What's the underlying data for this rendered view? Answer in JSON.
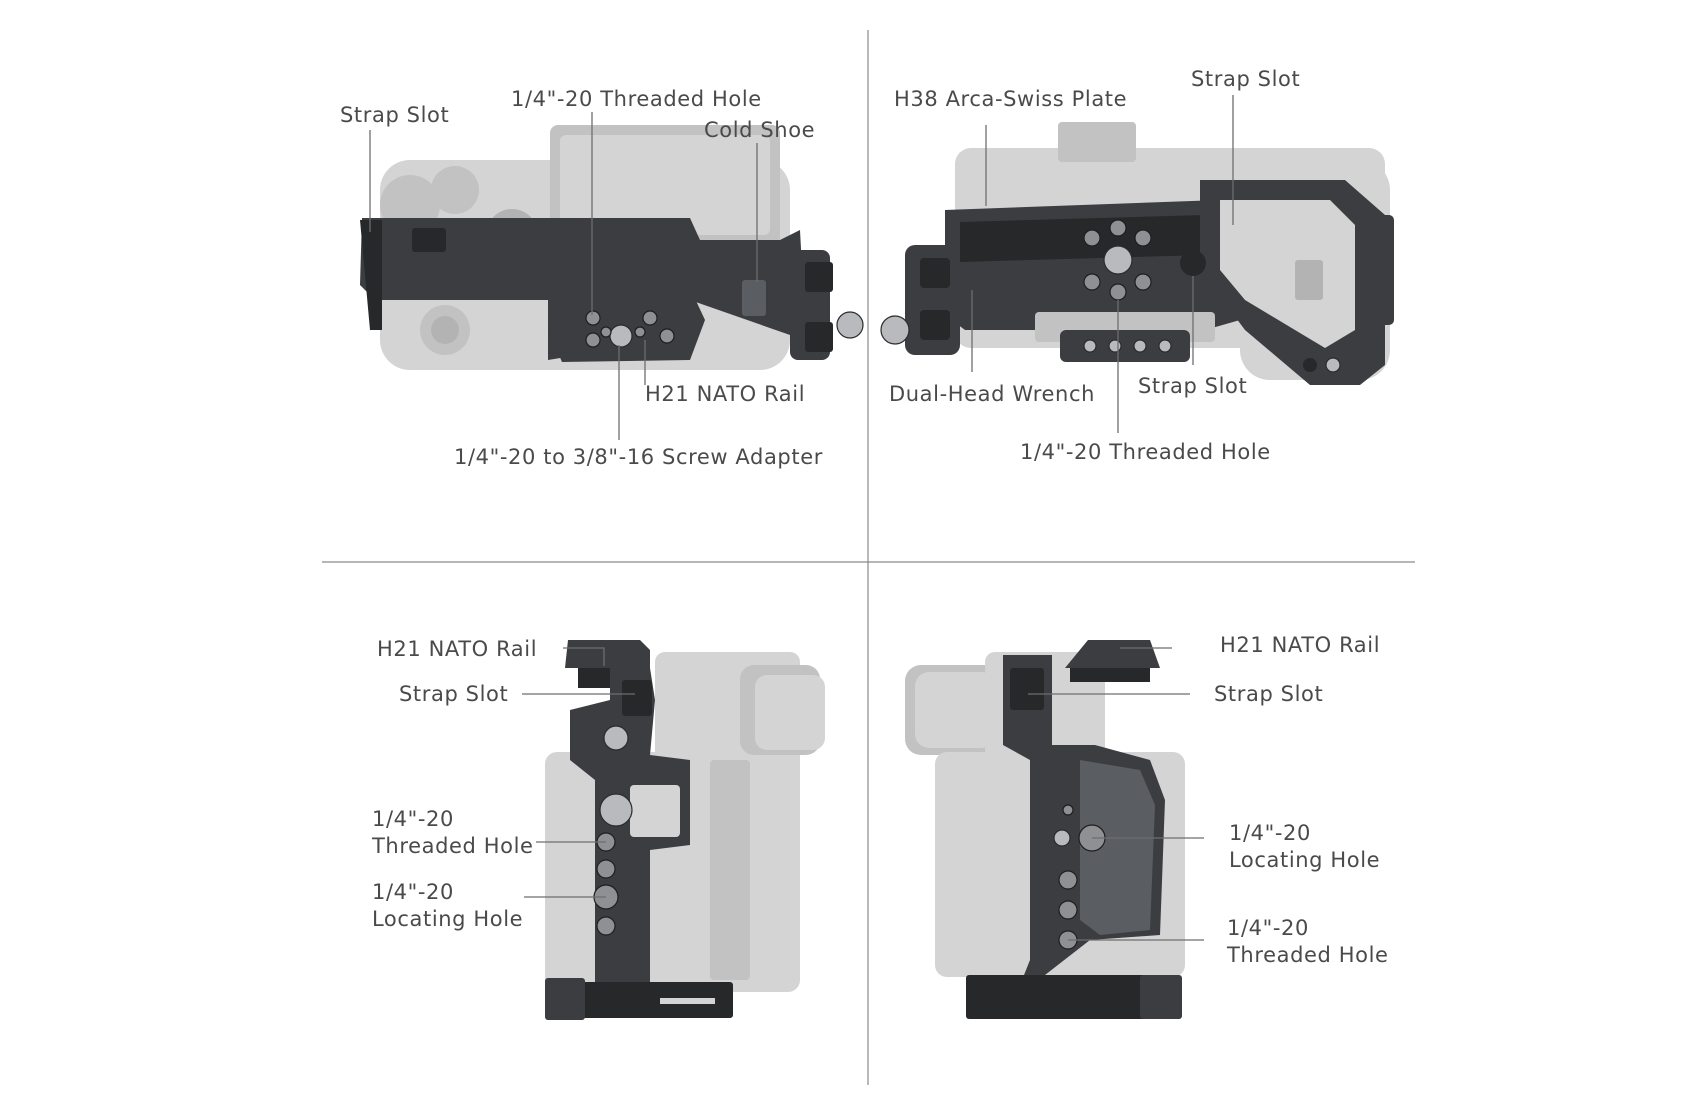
{
  "labels": {
    "tl_strap_slot": "Strap Slot",
    "tl_threaded_hole": "1/4\"-20 Threaded Hole",
    "tl_cold_shoe": "Cold Shoe",
    "tl_nato_rail": "H21 NATO Rail",
    "tl_screw_adapter": "1/4\"-20 to 3/8\"-16 Screw Adapter",
    "tr_arca_plate": "H38 Arca-Swiss Plate",
    "tr_strap_slot_top": "Strap Slot",
    "tr_wrench": "Dual-Head Wrench",
    "tr_strap_slot_bottom": "Strap Slot",
    "tr_threaded_hole": "1/4\"-20 Threaded Hole",
    "bl_nato_rail": "H21 NATO Rail",
    "bl_strap_slot": "Strap Slot",
    "bl_threaded_hole_l1": "1/4\"-20",
    "bl_threaded_hole_l2": "Threaded Hole",
    "bl_locating_hole_l1": "1/4\"-20",
    "bl_locating_hole_l2": "Locating Hole",
    "br_nato_rail": "H21 NATO Rail",
    "br_strap_slot": "Strap Slot",
    "br_locating_hole_l1": "1/4\"-20",
    "br_locating_hole_l2": "Locating Hole",
    "br_threaded_hole_l1": "1/4\"-20",
    "br_threaded_hole_l2": "Threaded Hole"
  },
  "colors": {
    "cage": "#3b3d40",
    "camera_body": "#d4d4d4",
    "label_text": "#4a4a4a",
    "background": "#ffffff"
  }
}
